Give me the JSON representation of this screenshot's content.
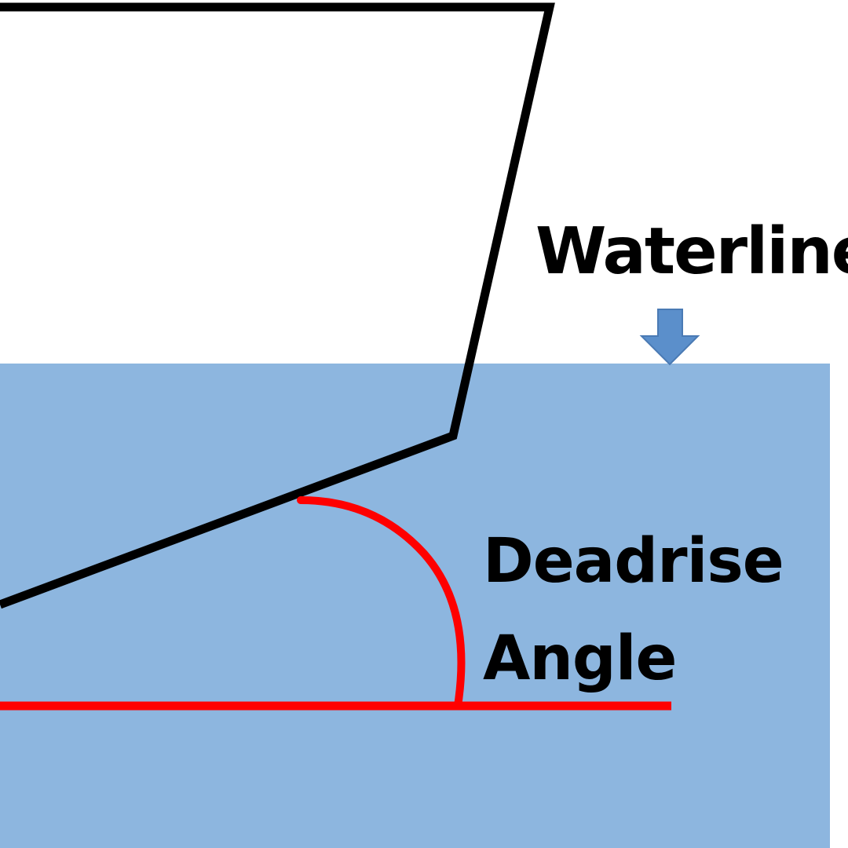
{
  "labels": {
    "waterline": "Waterline",
    "deadrise": "Deadrise",
    "angle": "Angle"
  },
  "colors": {
    "water": "#8db6df",
    "arrow": "#5b8fcb",
    "arrow_stroke": "#4a7ab4",
    "hull": "#000000",
    "angle_marker": "#ff0000",
    "background": "#ffffff"
  },
  "icons": {
    "waterline_arrow": "arrow-down-icon"
  }
}
